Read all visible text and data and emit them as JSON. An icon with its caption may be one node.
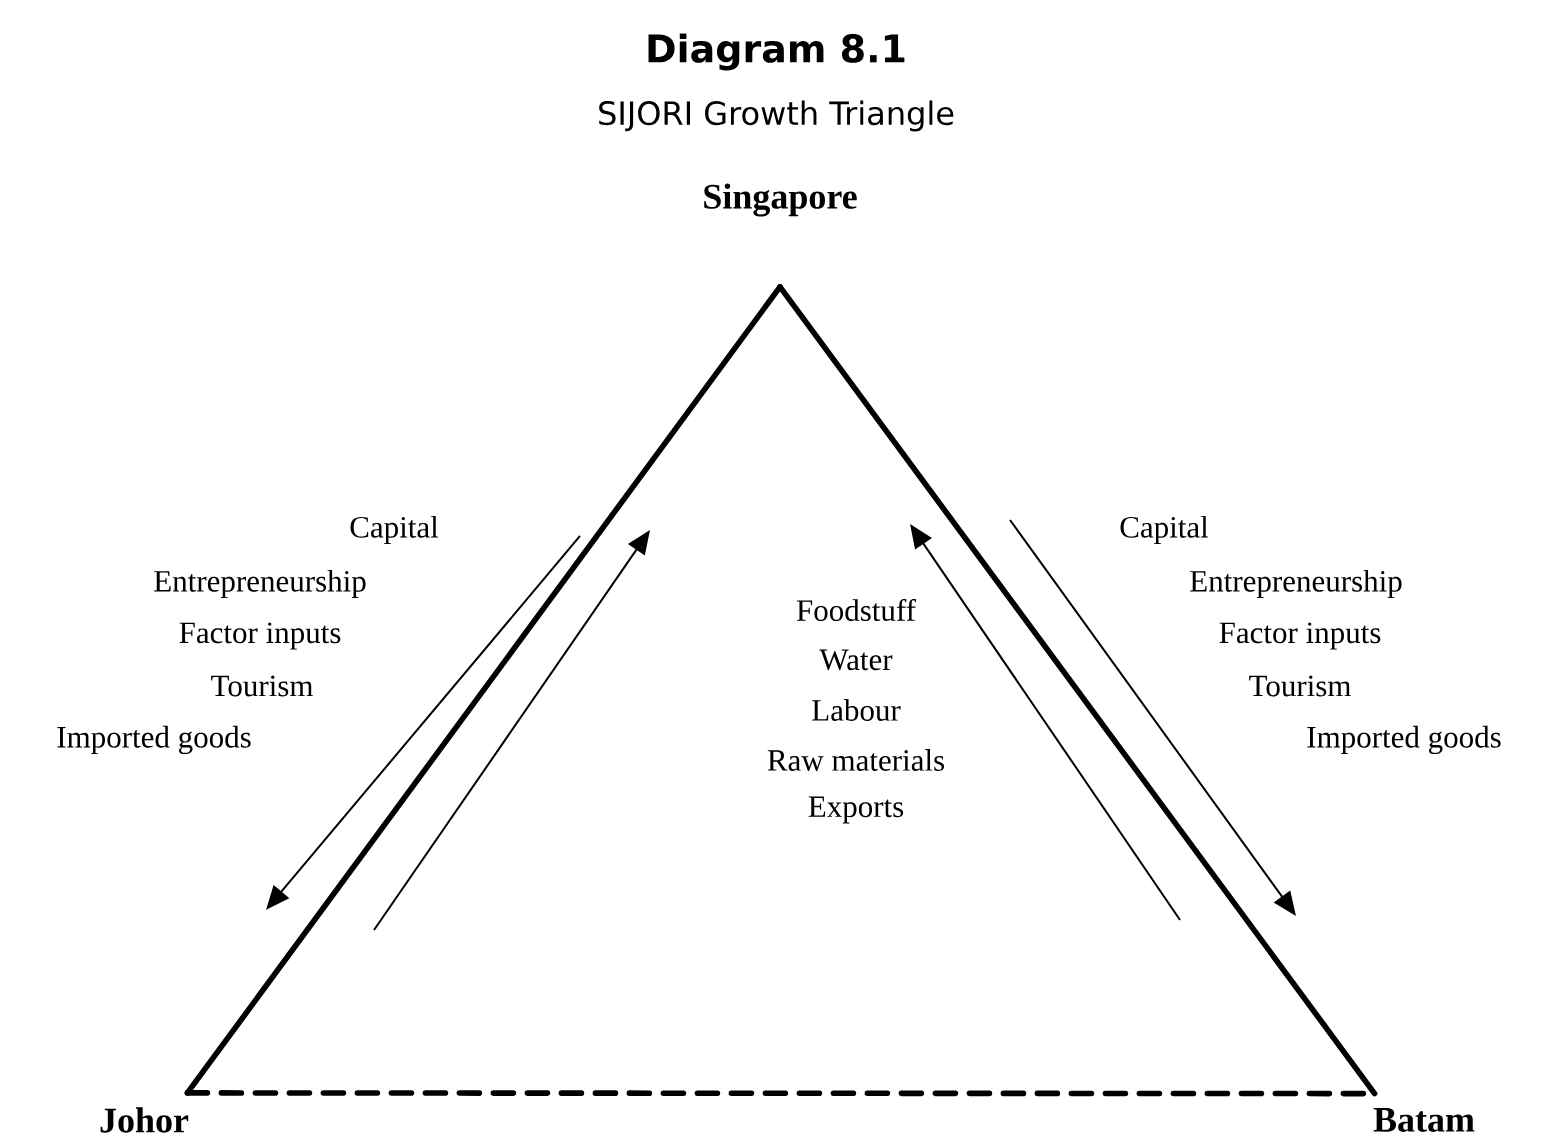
{
  "diagram": {
    "title": "Diagram 8.1",
    "caption": "SIJORI Growth Triangle",
    "nodes": [
      {
        "text": [
          "Singapore"
        ]
      },
      {
        "text": [
          "Johor"
        ]
      },
      {
        "text": [
          "Batam"
        ]
      }
    ],
    "edges": [
      {
        "from": 0,
        "to": 1,
        "arrow": "none"
      },
      {
        "from": 0,
        "to": 2,
        "arrow": "none"
      },
      {
        "from": 1,
        "to": 2,
        "arrow": "none",
        "style": "dashed"
      }
    ],
    "labels": [
      "Capital",
      "Entrepreneurship",
      "Factor inputs",
      "Tourism",
      "Imported goods",
      "Foodstuff",
      "Water",
      "Labour",
      "Raw materials",
      "Exports",
      "Capital",
      "Entrepreneurship",
      "Factor inputs",
      "Tourism",
      "Imported goods"
    ]
  }
}
